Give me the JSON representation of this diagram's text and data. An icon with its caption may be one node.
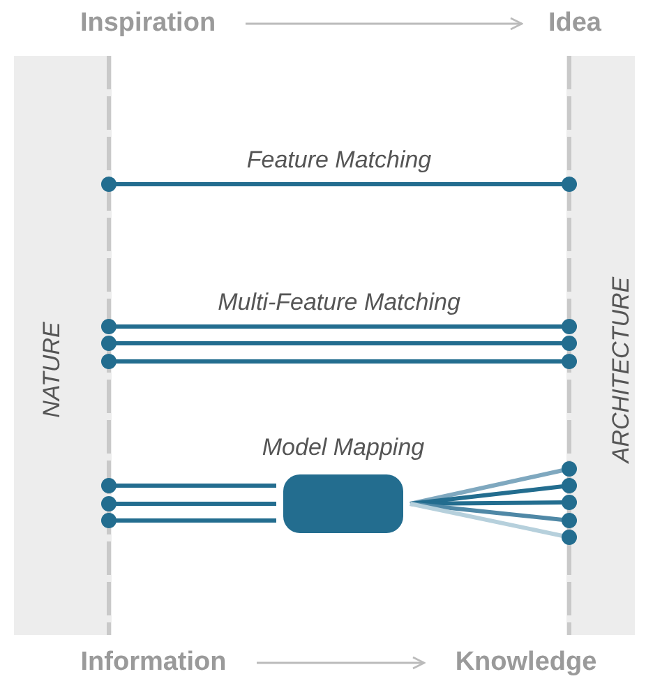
{
  "diagram": {
    "nodes": [
      {
        "text": [
          "Inspiration"
        ]
      },
      {
        "text": [
          "Idea"
        ]
      },
      {
        "text": [
          "Information"
        ]
      },
      {
        "text": [
          "Knowledge"
        ]
      },
      {
        "text": [
          "NATURE"
        ]
      },
      {
        "text": [
          "ARCHITECTURE"
        ]
      },
      {
        "text": [],
        "shape": "box",
        "beside": [
          "Model Mapping"
        ]
      }
    ],
    "edges": [
      {
        "from": 0,
        "to": 1,
        "arrow": "to",
        "color": "#bbbbbb"
      },
      {
        "from": 2,
        "to": 3,
        "arrow": "to",
        "color": "#bbbbbb"
      },
      {
        "from": 4,
        "to": 5,
        "arrow": "other",
        "label": "Feature Matching"
      },
      {
        "from": 4,
        "to": 5,
        "arrow": "other",
        "label": "Multi-Feature Matching"
      },
      {
        "from": 4,
        "to": 5,
        "arrow": "other"
      },
      {
        "from": 4,
        "to": 5,
        "arrow": "other"
      },
      {
        "from": 4,
        "to": 6,
        "arrow": "other"
      },
      {
        "from": 4,
        "to": 6,
        "arrow": "other"
      },
      {
        "from": 4,
        "to": 6,
        "arrow": "other"
      },
      {
        "from": 6,
        "to": 5,
        "arrow": "other",
        "color": "#7fa8bf"
      },
      {
        "from": 6,
        "to": 5,
        "arrow": "other"
      },
      {
        "from": 6,
        "to": 5,
        "arrow": "other"
      },
      {
        "from": 6,
        "to": 5,
        "arrow": "other",
        "color": "#4f88a6"
      },
      {
        "from": 6,
        "to": 5,
        "arrow": "other",
        "color": "#b6d0dc"
      }
    ]
  }
}
